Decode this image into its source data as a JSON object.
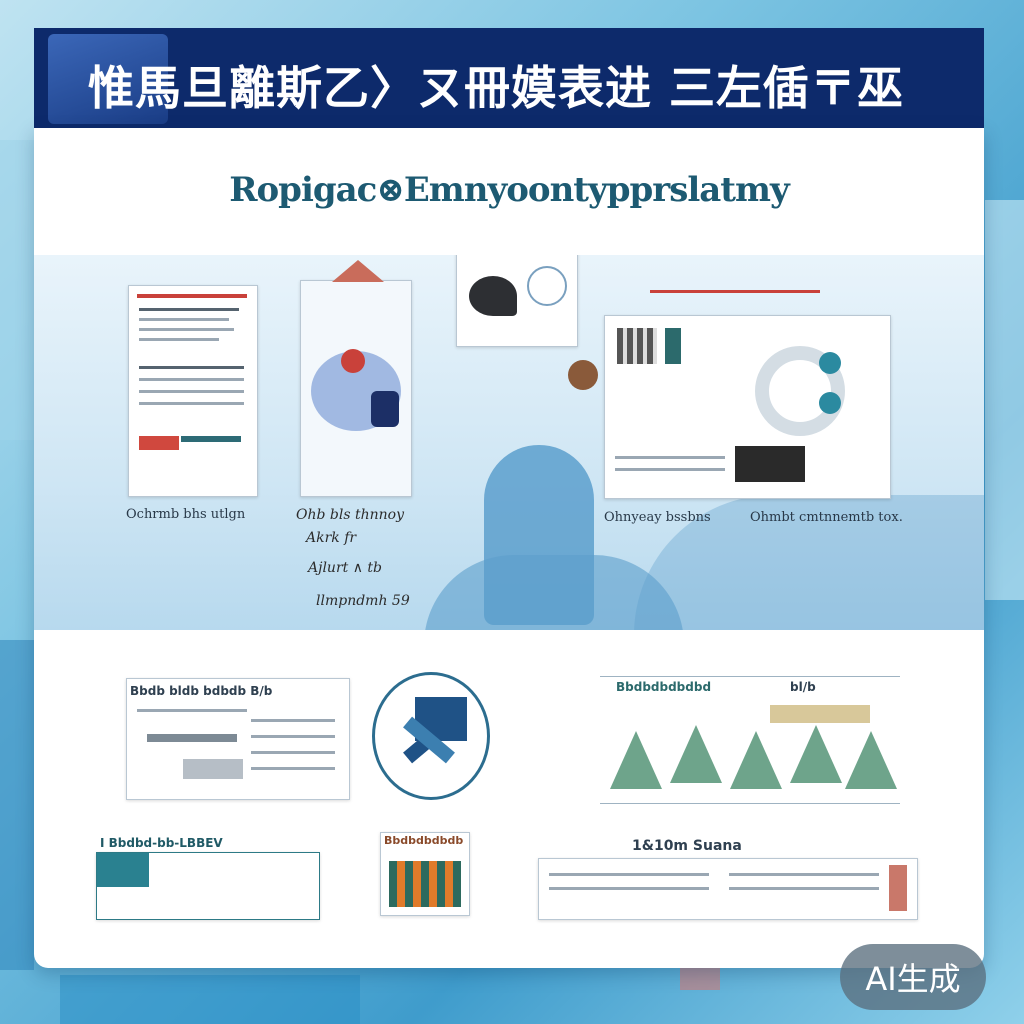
{
  "header": {
    "title": "惟馬旦離斯乙〉ㄡ冊嫫表进 三左偛〒巫"
  },
  "subtitle": "Ropigac⊗Emnyoontypprslatmy",
  "band": {
    "captions": [
      "Ochrmb bhs utlgn",
      "Ohnyeay bssbns",
      "Ohmbt cmtnnemtb tox."
    ],
    "handwriting": [
      "Ohb bls thnnoy",
      "Akrk fr",
      "Ajlurt ∧ tb",
      "llmpndmh 59"
    ]
  },
  "thumbnails": {
    "top_left_label": "Bbdb bldb bdbdb B/b",
    "chart_label": "Bbdbdbdbdbd",
    "chart_label_2": "bl/b",
    "bottom_left_label": "I Bbdbd-bb-LBBEV",
    "bottom_mid_label": "Bbdbdbdbdb",
    "bottom_right_label": "1&10m Suana"
  },
  "badge": {
    "label": "AI生成"
  }
}
